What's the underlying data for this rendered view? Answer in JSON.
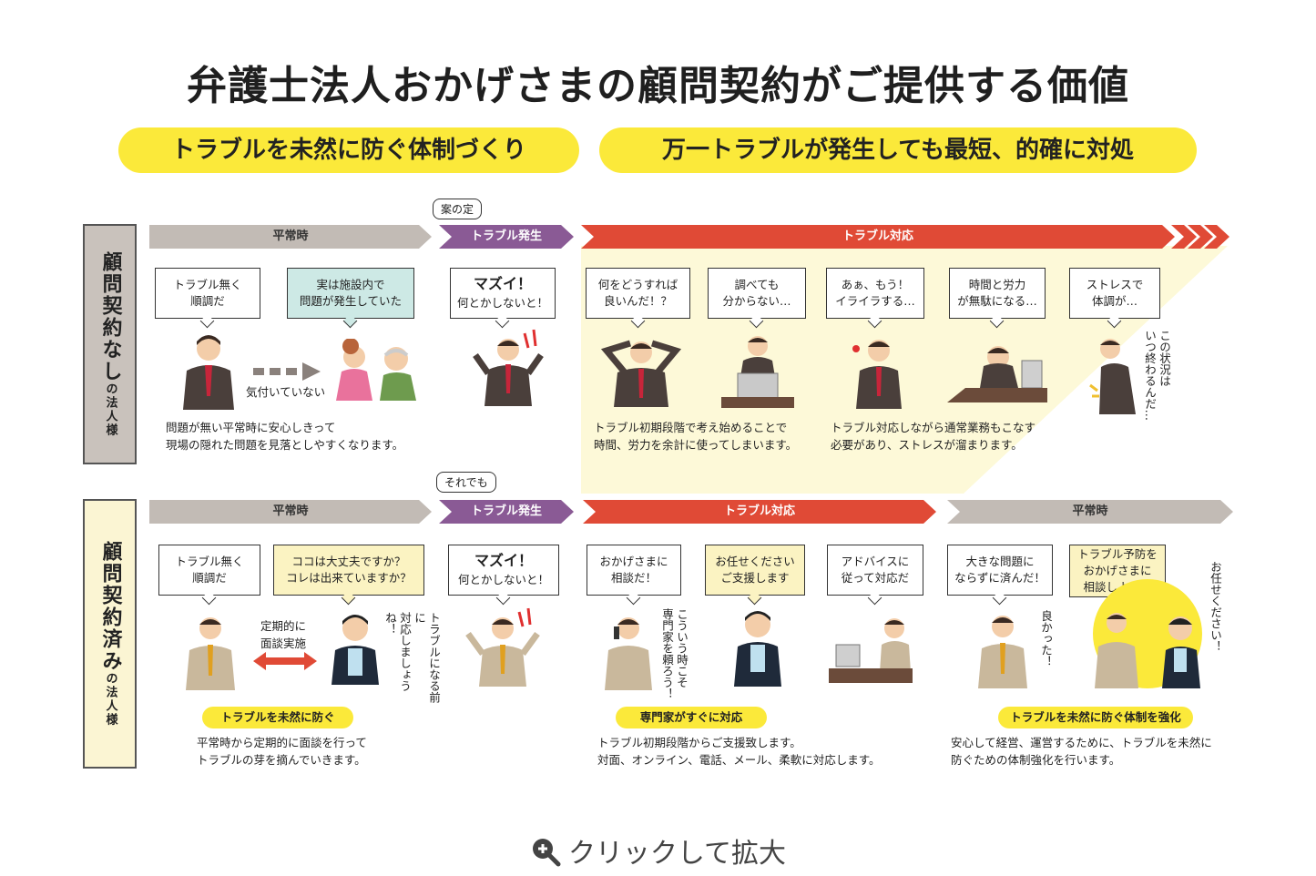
{
  "title": "弁護士法人おかげさまの顧問契約がご提供する価値",
  "pills": [
    "トラブルを未然に防ぐ体制づくり",
    "万一トラブルが発生しても最短、的確に対処"
  ],
  "row1": {
    "side_big": "顧問契約なし",
    "side_small": "の法人様",
    "tag": "案の定",
    "bars": {
      "normal": "平常時",
      "occur": "トラブル発生",
      "response": "トラブル対応"
    },
    "bubbles": [
      "トラブル無く\n順調だ",
      "実は施設内で\n問題が発生していた",
      "何をどうすれば\n良いんだ！？",
      "調べても\n分からない…",
      "あぁ、もう！\nイライラする…",
      "時間と労力\nが無駄になる…",
      "ストレスで\n体調が…"
    ],
    "alarm": {
      "big": "マズイ！",
      "small": "何とかしないと！"
    },
    "unnoticed": "気付いていない",
    "vquote": "この状況は\nいつ終わるんだ…",
    "notes": [
      "問題が無い平常時に安心しきって\n現場の隠れた問題を見落としやすくなります。",
      "トラブル初期段階で考え始めることで\n時間、労力を余計に使ってしまいます。",
      "トラブル対応しながら通常業務もこなす\n必要があり、ストレスが溜まります。"
    ]
  },
  "row2": {
    "side_big": "顧問契約済み",
    "side_small": "の法人様",
    "tag": "それでも",
    "bars": {
      "normal": "平常時",
      "occur": "トラブル発生",
      "response": "トラブル対応",
      "normal2": "平常時"
    },
    "bubbles": [
      "トラブル無く\n順調だ",
      "ココは大丈夫ですか？\nコレは出来ていますか？",
      "おかげさまに\n相談だ！",
      "お任せください\nご支援します",
      "アドバイスに\n従って対応だ",
      "大きな問題に\nならずに済んだ！",
      "トラブル予防を\nおかげさまに\n相談しよう！"
    ],
    "alarm": {
      "big": "マズイ！",
      "small": "何とかしないと！"
    },
    "interview": "定期的に\n面談実施",
    "vquotes": [
      "トラブルになる前に\n対応しましょうね！",
      "こういう時こそ\n専門家を頼ろう！",
      "良かった！",
      "お任せください！"
    ],
    "highlights": [
      "トラブルを未然に防ぐ",
      "専門家がすぐに対応",
      "トラブルを未然に防ぐ体制を強化"
    ],
    "notes": [
      "平常時から定期的に面談を行って\nトラブルの芽を摘んでいきます。",
      "トラブル初期段階からご支援致します。\n対面、オンライン、電話、メール、柔軟に対応します。",
      "安心して経営、運営するために、トラブルを未然に\n防ぐための体制強化を行います。"
    ]
  },
  "footer": "クリックして拡大",
  "colors": {
    "yellow": "#fbe93a",
    "red": "#e04a36",
    "purple": "#8a5a95",
    "gray": "#c2bbb5",
    "suit_dark": "#4a3f3b",
    "suit_light": "#c9b89c"
  }
}
